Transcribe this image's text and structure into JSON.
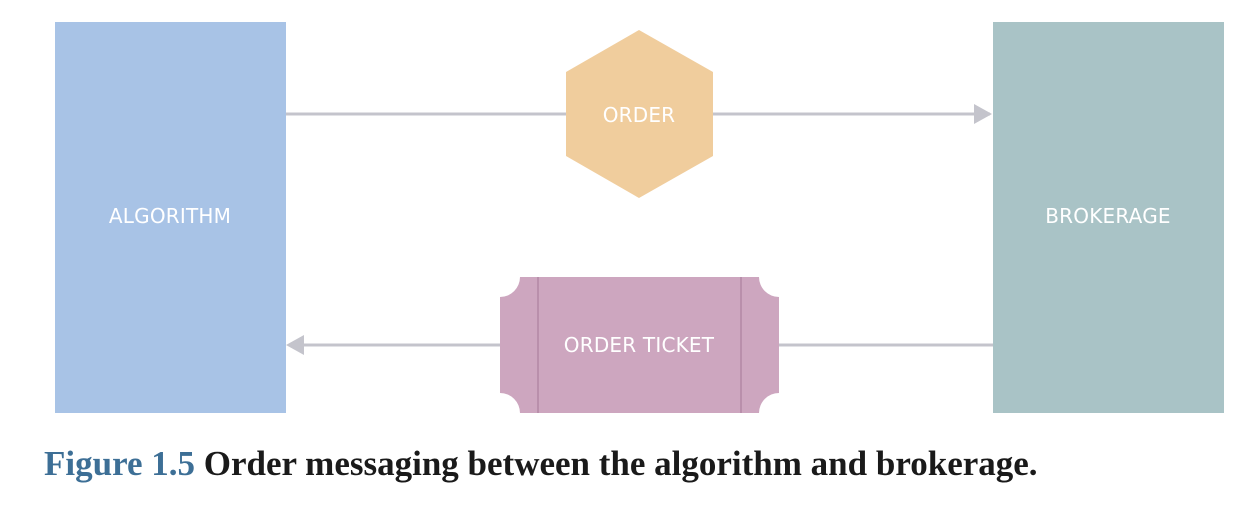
{
  "diagram": {
    "nodes": {
      "algorithm": {
        "label": "ALGORITHM"
      },
      "brokerage": {
        "label": "BROKERAGE"
      },
      "order": {
        "label": "ORDER"
      },
      "order_ticket": {
        "label": "ORDER TICKET"
      }
    },
    "edges": [
      {
        "from": "ALGORITHM",
        "to": "BROKERAGE",
        "via": "ORDER"
      },
      {
        "from": "BROKERAGE",
        "to": "ALGORITHM",
        "via": "ORDER TICKET"
      }
    ],
    "colors": {
      "algorithm": "#a8c3e6",
      "brokerage": "#a9c3c6",
      "order": "#f0cd9d",
      "order_ticket": "#cda6bf",
      "arrow": "#c4c4cc"
    }
  },
  "caption": {
    "figure_number": "Figure 1.5",
    "text": "Order messaging between the algorithm and brokerage."
  }
}
